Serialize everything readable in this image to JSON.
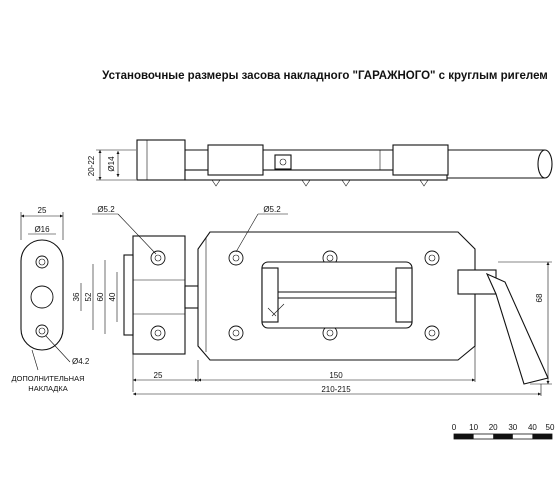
{
  "title": "Установочные размеры засова накладного \"ГАРАЖНОГО\" с круглым ригелем",
  "dimensions": {
    "top_span": "20-22",
    "rod_dia": "Ø14",
    "plate_width": "25",
    "hole_dia_small": "Ø16",
    "hole_dia_left": "Ø5.2",
    "hole_dia_right": "Ø5.2",
    "v36": "36",
    "v52": "52",
    "v60": "60",
    "v40": "40",
    "hole_dia_bottom": "Ø4.2",
    "bottom_25": "25",
    "bottom_150": "150",
    "total": "210-215",
    "height_68": "68"
  },
  "note_line1": "ДОПОЛНИТЕЛЬНАЯ",
  "note_line2": "НАКЛАДКА",
  "scale_labels": [
    "0",
    "10",
    "20",
    "30",
    "40",
    "50"
  ]
}
